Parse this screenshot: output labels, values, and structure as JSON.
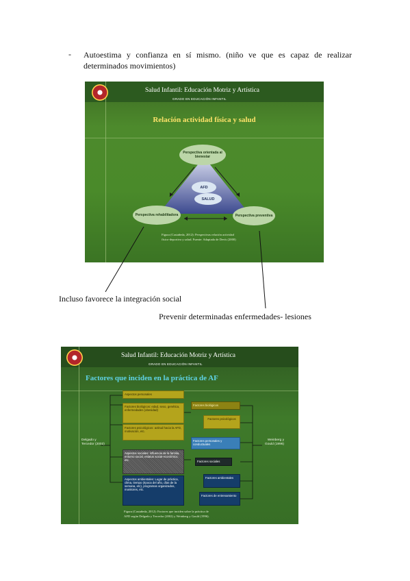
{
  "document": {
    "bullet_marker": "-",
    "bullet_text": "Autoestima y confianza en sí mismo. (niño ve que es capaz de realizar determinados movimientos)",
    "callout_left": "Incluso favorece la integración social",
    "callout_right": "Prevenir determinadas enfermedades- lesiones"
  },
  "slide1": {
    "title": "Salud Infantil: Educación Motriz y Artística",
    "subtitle": "GRADO EN EDUCACIÓN INFANTIL",
    "heading": "Relación actividad física y salud",
    "node_top": "Perspectiva orientada al bienestar",
    "node_left": "Perspectiva rehabilitadora",
    "node_right": "Perspectiva preventiva",
    "center_top": "AFD",
    "center_bottom": "SALUD",
    "caption_line1": "Figura (Castañeda, 2012): Perspectivas relación actividad",
    "caption_line2": "físico-deportiva y salud. Fuente: Adaptada de Devís (2000)"
  },
  "slide2": {
    "title": "Salud Infantil: Educación Motriz y Artística",
    "subtitle": "GRADO EN EDUCACIÓN INFANTIL",
    "heading": "Factores que inciden en la práctica de AF",
    "left_label": "Delgado y Tercedor (2002)",
    "right_label": "Weinberg y Gould (1996)",
    "left_boxes": {
      "personales": "Aspectos personales",
      "biologicos": "Factores biológicos: edad, sexo, genética, enfermedades (obesidad)",
      "psicologicos": "Factores psicológicos: actitud hacia la AFD, motivación, etc.",
      "sociales": "Aspectos sociales: influencia de la familia, entorno social, estatus social-económico, etc.",
      "ambientales": "Aspectos ambientales: Lugar de práctica, clima, tiempo (época del año, días de la semana, etc), programas organizados, monitores, etc."
    },
    "right_boxes": {
      "biologicos": "Factores biológicos",
      "psicologicos": "Factores psicológicos",
      "personales": "Factores personales y conductuales",
      "sociales": "Factores sociales",
      "ambientales": "Factores ambientales",
      "entrenamiento": "Factores de entrenamiento"
    },
    "caption_line1": "Figura (Castañeda, 2012): Factores que inciden sobre la práctica de",
    "caption_line2": "AFD según Delgado y Tercedor (2002) y Weinberg y Gould (1996)."
  },
  "colors": {
    "slide_green": "#4a8a2a",
    "heading_yellow": "#ffe36a",
    "heading_cyan": "#5fd3e6"
  }
}
